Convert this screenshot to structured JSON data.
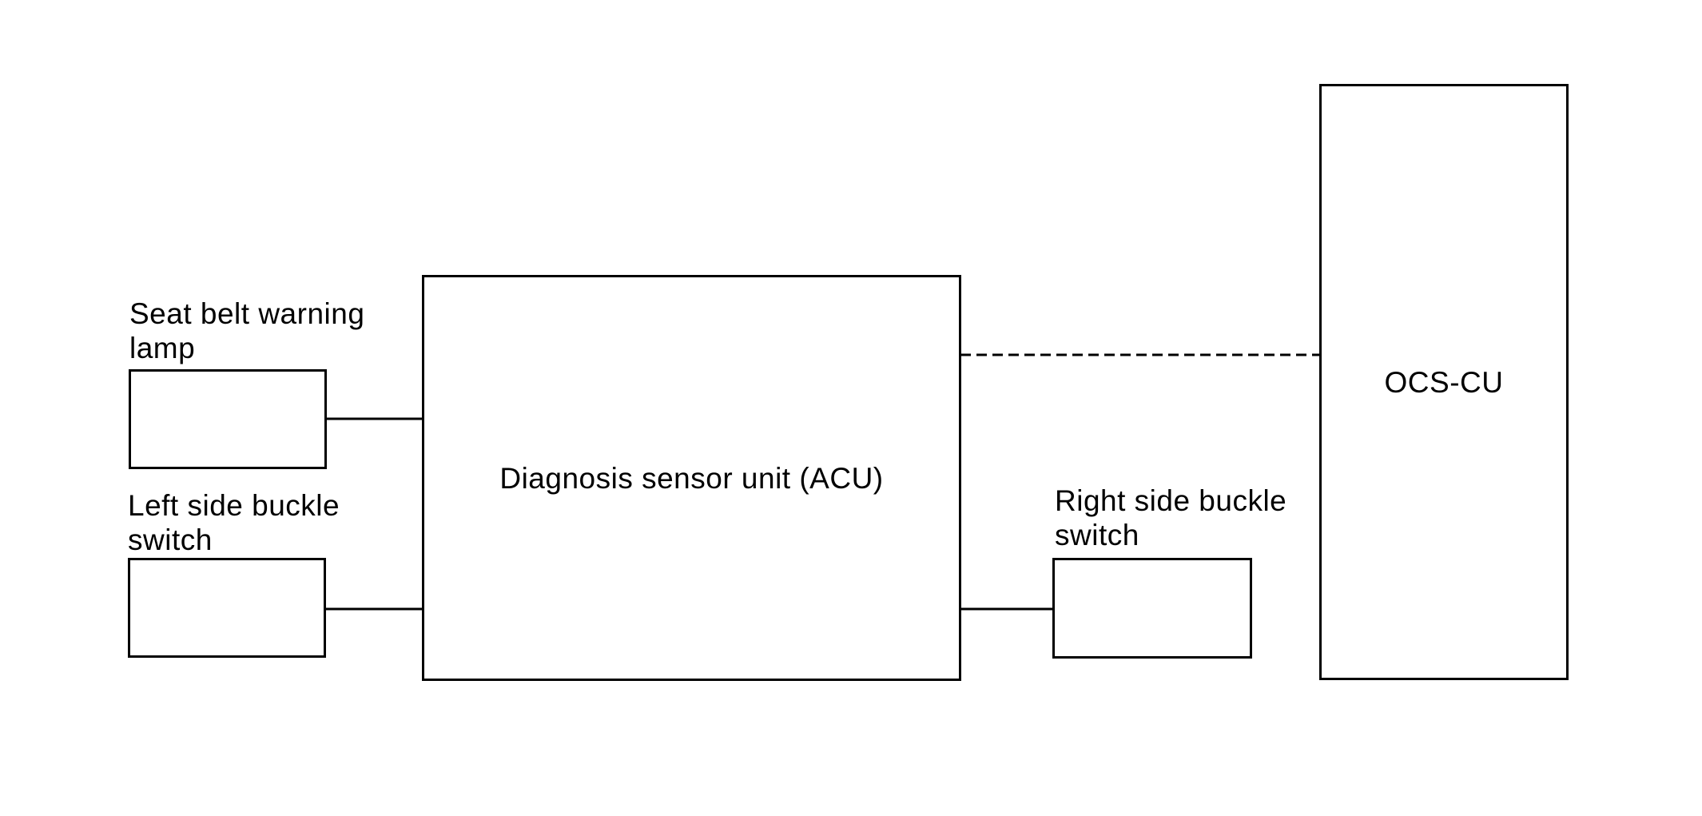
{
  "diagram": {
    "type": "block-diagram",
    "colors": {
      "background": "#ffffff",
      "line": "#000000",
      "text": "#000000"
    },
    "nodes": {
      "seat_belt_warning_lamp": {
        "label": "Seat belt warning\nlamp"
      },
      "left_side_buckle_switch": {
        "label": "Left side buckle\nswitch"
      },
      "diagnosis_sensor_unit": {
        "label": "Diagnosis sensor unit (ACU)"
      },
      "right_side_buckle_switch": {
        "label": "Right side buckle\nswitch"
      },
      "ocs_cu": {
        "label": "OCS-CU"
      }
    },
    "connections": [
      {
        "from": "seat_belt_warning_lamp",
        "to": "diagnosis_sensor_unit",
        "style": "solid"
      },
      {
        "from": "left_side_buckle_switch",
        "to": "diagnosis_sensor_unit",
        "style": "solid"
      },
      {
        "from": "diagnosis_sensor_unit",
        "to": "right_side_buckle_switch",
        "style": "solid"
      },
      {
        "from": "diagnosis_sensor_unit",
        "to": "ocs_cu",
        "style": "dashed"
      }
    ]
  }
}
